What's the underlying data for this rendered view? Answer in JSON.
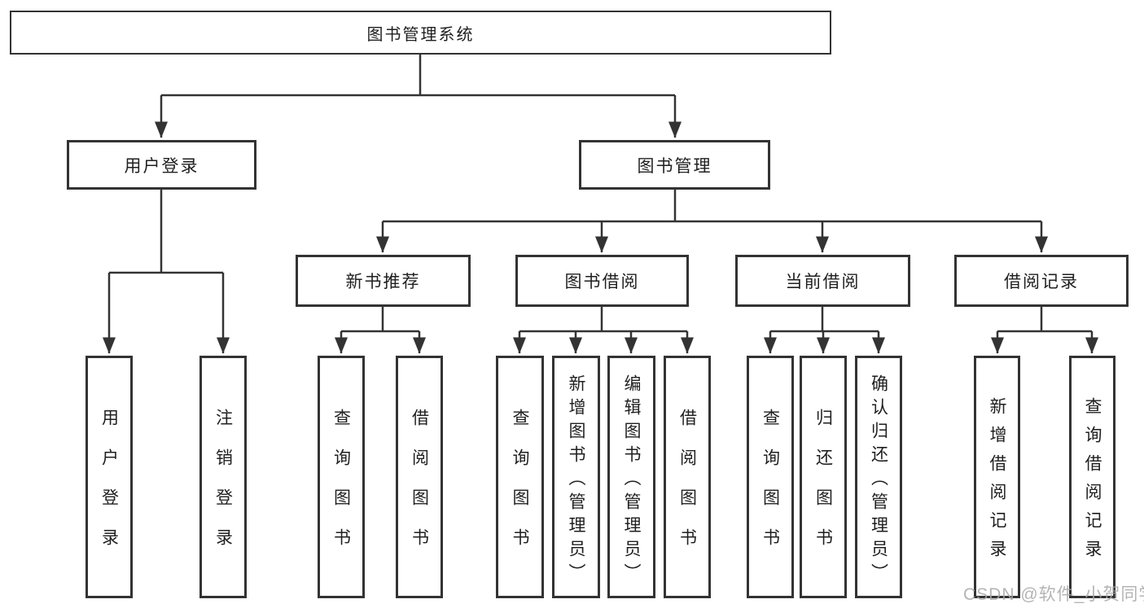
{
  "colors": {
    "line": "#333333",
    "box-border": "#333333",
    "text": "#1f1f1f",
    "watermark": "#a8a8a8",
    "background": "#ffffff"
  },
  "watermark": {
    "text": "CSDN @软件_小贺同学"
  },
  "tree": {
    "label": "图书管理系统",
    "children": [
      {
        "label": "用户登录",
        "children": [
          {
            "label": "用户登录"
          },
          {
            "label": "注销登录"
          }
        ]
      },
      {
        "label": "图书管理",
        "children": [
          {
            "label": "新书推荐",
            "children": [
              {
                "label": "查询图书"
              },
              {
                "label": "借阅图书"
              }
            ]
          },
          {
            "label": "图书借阅",
            "children": [
              {
                "label": "查询图书"
              },
              {
                "label": "新增图书（管理员）"
              },
              {
                "label": "编辑图书（管理员）"
              },
              {
                "label": "借阅图书"
              }
            ]
          },
          {
            "label": "当前借阅",
            "children": [
              {
                "label": "查询图书"
              },
              {
                "label": "归还图书"
              },
              {
                "label": "确认归还（管理员）"
              }
            ]
          },
          {
            "label": "借阅记录",
            "children": [
              {
                "label": "新增借阅记录"
              },
              {
                "label": "查询借阅记录"
              }
            ]
          }
        ]
      }
    ]
  }
}
